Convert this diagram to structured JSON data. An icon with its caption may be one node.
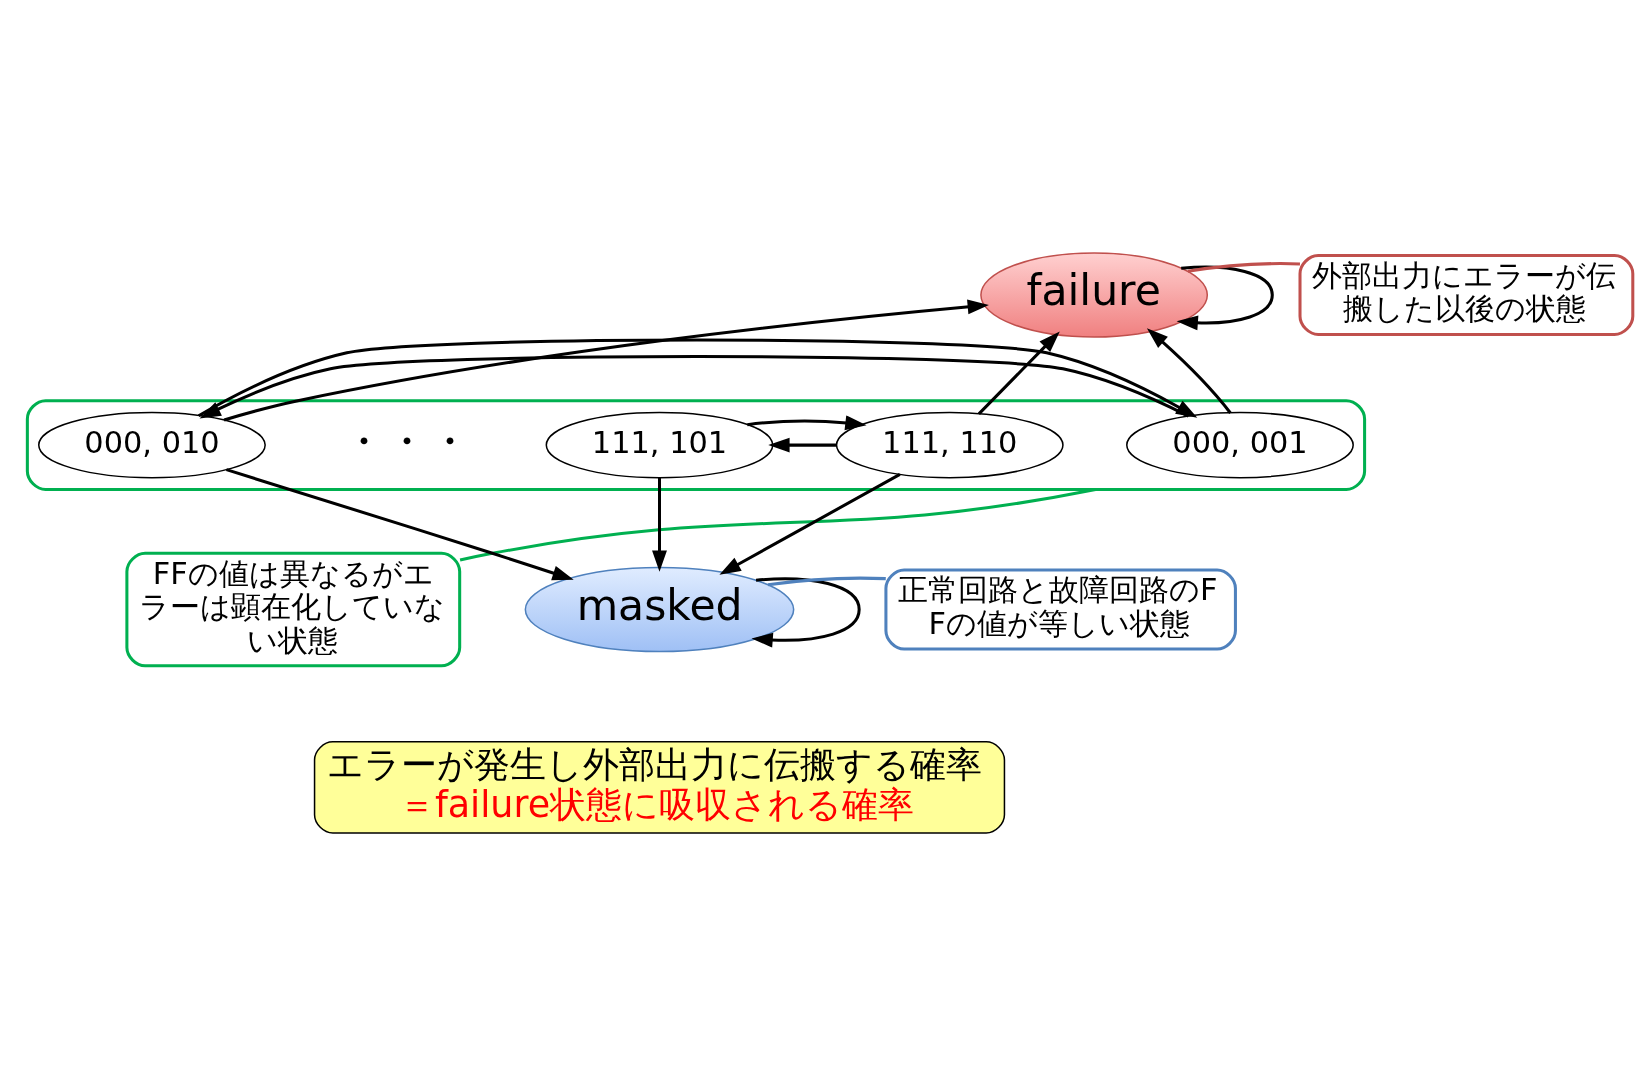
{
  "diagram": {
    "nodes": [
      {
        "text": [
          "failure"
        ]
      },
      {
        "text": [],
        "shape": "box"
      },
      {
        "text": [
          "000, 001"
        ],
        "in": 1
      },
      {
        "text": [
          "000, 010"
        ],
        "in": 1
      },
      {
        "text": [
          "111, 101"
        ],
        "in": 1
      },
      {
        "text": [
          "111, 110"
        ],
        "in": 1
      },
      {
        "text": [
          "masked"
        ]
      },
      {
        "text": [
          "外部出力にエラーが伝搬した以後の状態"
        ]
      },
      {
        "text": [
          "FFの値は異なるがエラーは顕在化していない状態"
        ]
      },
      {
        "text": [
          "正常回路と故障回路のFFの値が等しい状態"
        ]
      },
      {
        "text": [
          "エラーが発生し外部出力に伝搬する確率",
          "＝failure状態に吸収される確率"
        ]
      }
    ],
    "edges": [
      {
        "from": 0,
        "to": 0,
        "arrow": "to"
      },
      {
        "from": 2,
        "to": 0,
        "arrow": "to"
      },
      {
        "from": 2,
        "to": 3,
        "arrow": "to"
      },
      {
        "from": 3,
        "to": 2,
        "arrow": "to"
      },
      {
        "from": 3,
        "to": 0,
        "arrow": "to"
      },
      {
        "from": 3,
        "to": 6,
        "arrow": "to"
      },
      {
        "from": 5,
        "to": 4,
        "arrow": "to"
      },
      {
        "from": 5,
        "to": 0,
        "arrow": "to"
      },
      {
        "from": 4,
        "to": 5,
        "arrow": "to"
      },
      {
        "from": 4,
        "to": 6,
        "arrow": "to"
      },
      {
        "from": 5,
        "to": 6,
        "arrow": "to"
      },
      {
        "from": 6,
        "to": 6,
        "arrow": "to"
      },
      {
        "from": 7,
        "to": 0,
        "arrow": "none",
        "color": "#c0504d"
      },
      {
        "from": 8,
        "to": 1,
        "arrow": "none",
        "color": "#00b050"
      },
      {
        "from": 9,
        "to": 6,
        "arrow": "none",
        "color": "#4f81bd"
      }
    ],
    "labels": [
      "・・・"
    ]
  }
}
